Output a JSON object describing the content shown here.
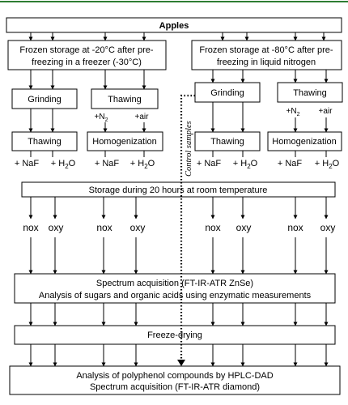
{
  "colors": {
    "top_rule": "#2e7d32"
  },
  "apples": "Apples",
  "freeze_left": {
    "line1": "Frozen storage at -20°C after pre-",
    "line2": "freezing in a freezer (-30°C)"
  },
  "freeze_right": {
    "line1": "Frozen storage at -80°C after pre-",
    "line2": "freezing in liquid nitrogen"
  },
  "grinding": "Grinding",
  "thawing": "Thawing",
  "homogenization": "Homogenization",
  "n2": "+N",
  "n2_sub": "2",
  "air": "+air",
  "naf": "+ NaF",
  "h2o_prefix": "+ H",
  "h2o_sub": "2",
  "h2o_suffix": "O",
  "storage": "Storage during 20 hours at room temperature",
  "nox": "nox",
  "oxy": "oxy",
  "control_samples": "Control samples",
  "spectrum": {
    "line1": "Spectrum acquisition (FT-IR-ATR ZnSe)",
    "line2": "Analysis of sugars and organic acids using enzymatic measurements"
  },
  "freeze_drying": "Freeze-drying",
  "final": {
    "line1": "Analysis of polyphenol compounds by HPLC-DAD",
    "line2": "Spectrum acquisition (FT-IR-ATR diamond)"
  }
}
